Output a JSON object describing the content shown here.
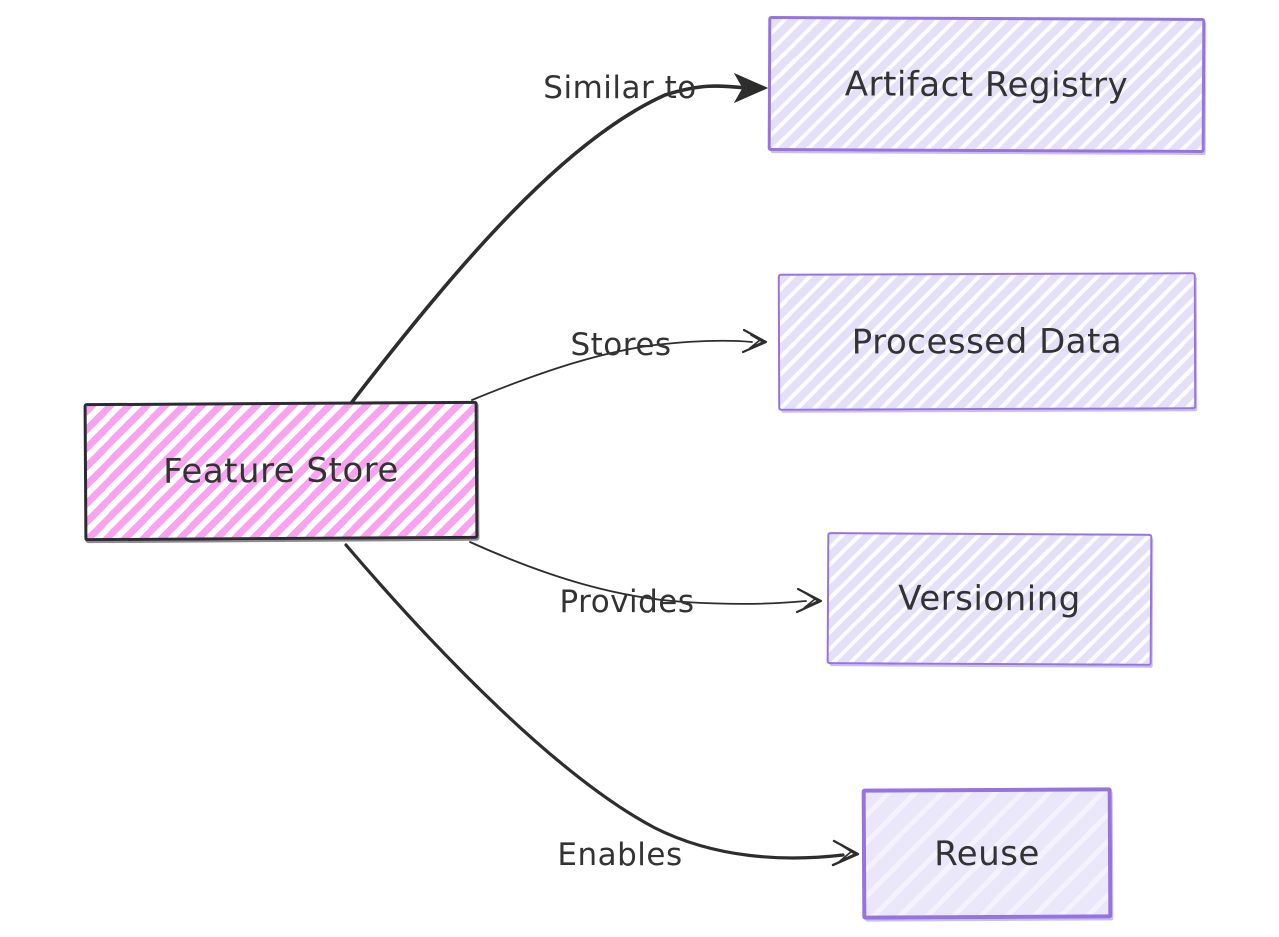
{
  "diagram": {
    "type": "flowchart-hand-drawn",
    "background": "#ffffff",
    "nodes": [
      {
        "id": "feature_store",
        "label": "Feature Store",
        "fill_style": "pink-hatch",
        "border_color": "#2b2b31"
      },
      {
        "id": "artifact_registry",
        "label": "Artifact Registry",
        "fill_style": "lavender-hatch",
        "border_color": "#9673e0"
      },
      {
        "id": "processed_data",
        "label": "Processed Data",
        "fill_style": "lavender-hatch",
        "border_color": "#9673e0"
      },
      {
        "id": "versioning",
        "label": "Versioning",
        "fill_style": "lavender-hatch",
        "border_color": "#9673e0"
      },
      {
        "id": "reuse",
        "label": "Reuse",
        "fill_style": "lavender-solid",
        "border_color": "#9673e0"
      }
    ],
    "edges": [
      {
        "from": "feature_store",
        "to": "artifact_registry",
        "label": "Similar to",
        "stroke": "thick",
        "arrowhead": "filled-triangle"
      },
      {
        "from": "feature_store",
        "to": "processed_data",
        "label": "Stores",
        "stroke": "thin",
        "arrowhead": "open-sketch"
      },
      {
        "from": "feature_store",
        "to": "versioning",
        "label": "Provides",
        "stroke": "thin",
        "arrowhead": "open-sketch"
      },
      {
        "from": "feature_store",
        "to": "reuse",
        "label": "Enables",
        "stroke": "thick",
        "arrowhead": "open-sketch"
      }
    ],
    "colors": {
      "pink_hatch": "#f9a2ef",
      "pink_border": "#2b2b31",
      "lavender_hatch": "#e4e0f8",
      "purple_border": "#9673e0",
      "purple_shadow": "#cabdf0",
      "edge_stroke": "#2d2d2d",
      "text": "#333333",
      "background": "#ffffff"
    }
  }
}
